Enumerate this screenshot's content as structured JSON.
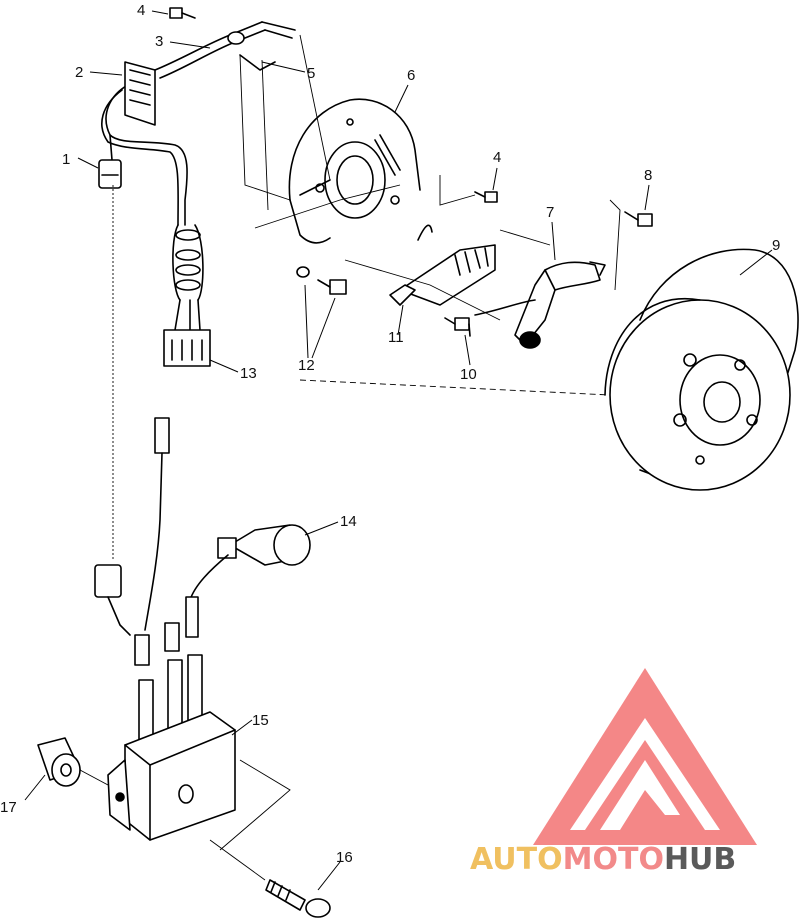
{
  "diagram": {
    "callouts": [
      {
        "id": "c1",
        "text": "1"
      },
      {
        "id": "c2",
        "text": "2"
      },
      {
        "id": "c3",
        "text": "3"
      },
      {
        "id": "c4a",
        "text": "4"
      },
      {
        "id": "c4b",
        "text": "4"
      },
      {
        "id": "c5",
        "text": "5"
      },
      {
        "id": "c6",
        "text": "6"
      },
      {
        "id": "c7",
        "text": "7"
      },
      {
        "id": "c8",
        "text": "8"
      },
      {
        "id": "c9",
        "text": "9"
      },
      {
        "id": "c10",
        "text": "10"
      },
      {
        "id": "c11",
        "text": "11"
      },
      {
        "id": "c12",
        "text": "12"
      },
      {
        "id": "c13",
        "text": "13"
      },
      {
        "id": "c14",
        "text": "14"
      },
      {
        "id": "c15",
        "text": "15"
      },
      {
        "id": "c16",
        "text": "16"
      },
      {
        "id": "c17",
        "text": "17"
      }
    ]
  },
  "watermark": {
    "text_parts": [
      "AUTO",
      "MOTO",
      "HUB"
    ],
    "colors": {
      "auto": "#f0c060",
      "moto": "#f28a8a",
      "hub": "#5a5a5a",
      "triangle": "#f37a7a"
    }
  }
}
